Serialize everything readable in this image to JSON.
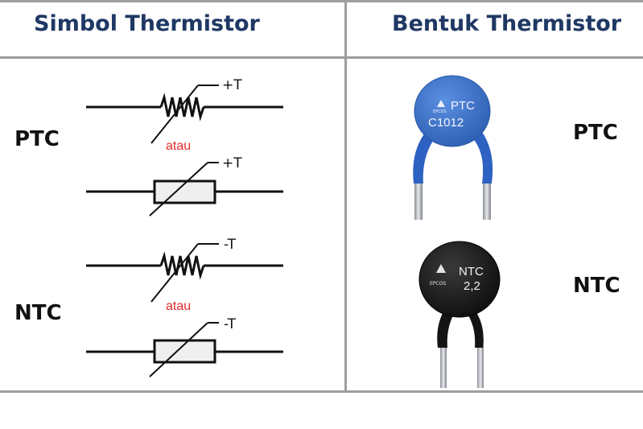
{
  "table": {
    "header_left": "Simbol Thermistor",
    "header_right": "Bentuk Thermistor"
  },
  "symbols": {
    "ptc_label": "PTC",
    "ntc_label": "NTC",
    "or_text": "atau",
    "ptc_temp": "+T",
    "ntc_temp": "-T"
  },
  "components": {
    "ptc_label": "PTC",
    "ntc_label": "NTC",
    "ptc_body_line1": "PTC",
    "ptc_body_line2": "C1012",
    "ntc_body_line1": "NTC",
    "ntc_body_line2": "2,2",
    "brand": "EPCOS"
  },
  "colors": {
    "header_text": "#1f3864",
    "grid": "#9e9e9e",
    "or_text": "#e0282a",
    "ptc_body": "#3a6fc4",
    "ntc_body": "#1b1b1b"
  }
}
